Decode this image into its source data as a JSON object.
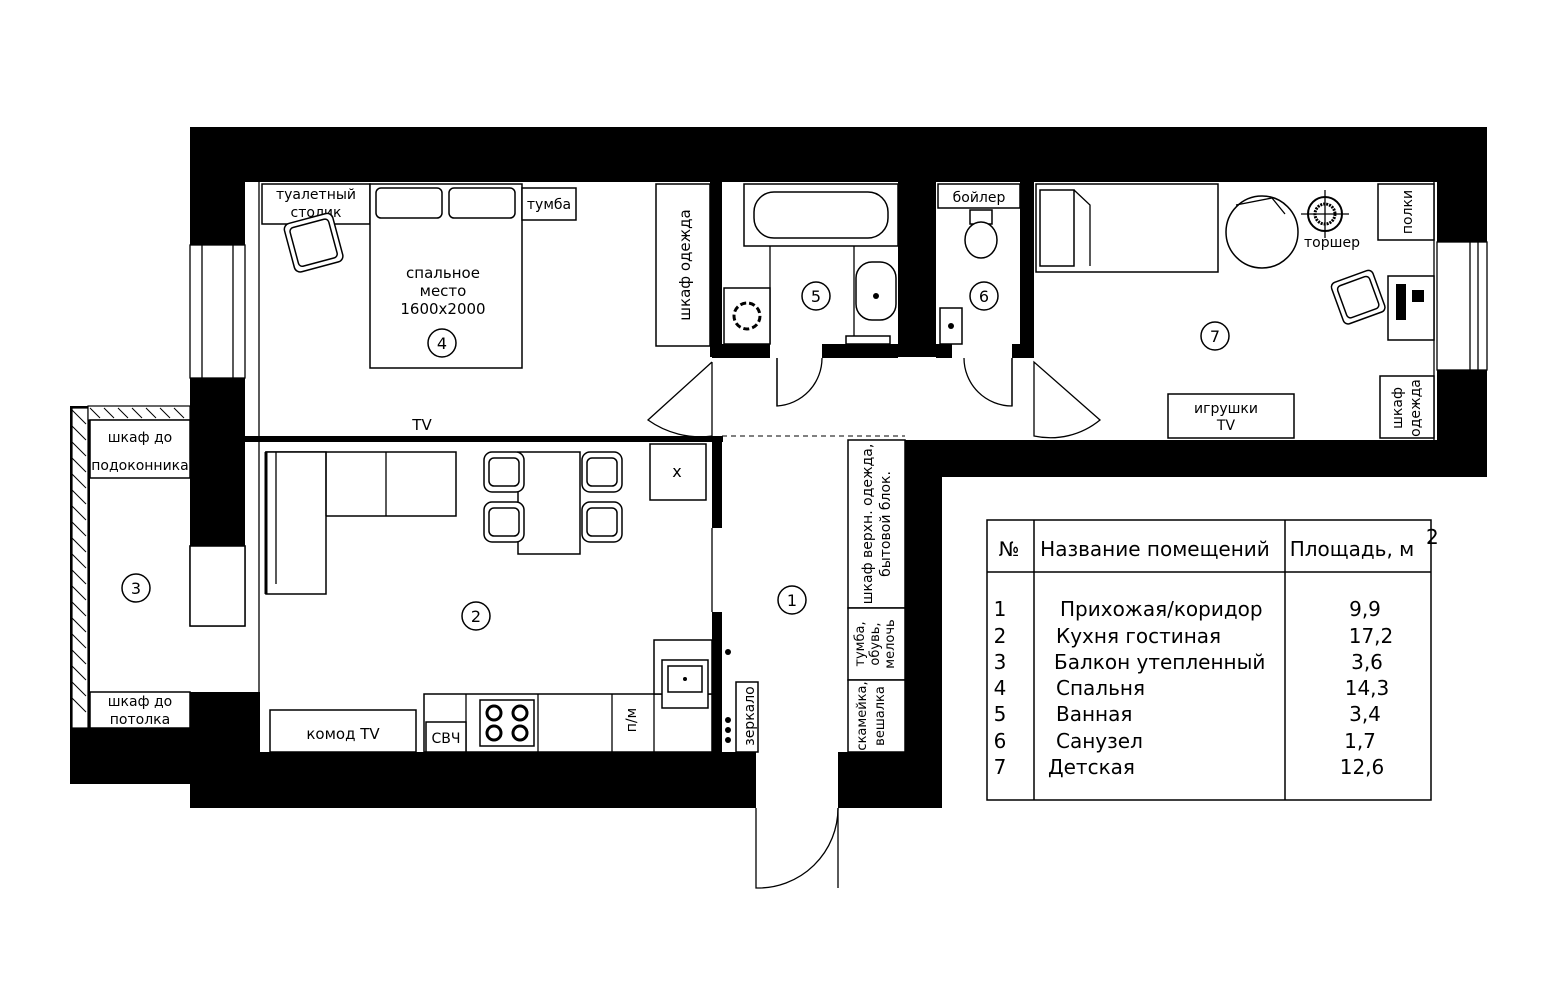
{
  "labels": {
    "vanity": [
      "туалетный",
      "столик"
    ],
    "nightstand": "тумба",
    "bed": [
      "спальное",
      "место",
      "1600х2000"
    ],
    "wardrobe_bedroom": "шкаф одежда",
    "boiler": "бойлер",
    "floor_lamp": "торшер",
    "shelves": "полки",
    "toys": [
      "игрушки",
      "TV"
    ],
    "wardrobe_kids": [
      "шкаф",
      "одежда"
    ],
    "tv": "TV",
    "balcony_cab_top": [
      "шкаф до",
      "подоконника"
    ],
    "balcony_cab_bottom": [
      "шкаф до",
      "потолка"
    ],
    "hall_wardrobe": [
      "шкаф верхн. одежда,",
      "бытовой блок."
    ],
    "hall_shoes": [
      "тумба,",
      "обувь,",
      "мелочь"
    ],
    "hall_bench": [
      "скамейка,",
      "вешалка"
    ],
    "dresser": "комод TV",
    "microwave": "СВЧ",
    "dishwasher": "п/м",
    "mirror": "зеркало",
    "x_mark": "х"
  },
  "rooms": [
    {
      "num": "1",
      "name": "Прихожая/коридор",
      "area": "9,9"
    },
    {
      "num": "2",
      "name": "Кухня гостиная",
      "area": "17,2"
    },
    {
      "num": "3",
      "name": "Балкон утепленный",
      "area": "3,6"
    },
    {
      "num": "4",
      "name": "Спальня",
      "area": "14,3"
    },
    {
      "num": "5",
      "name": "Ванная",
      "area": "3,4"
    },
    {
      "num": "6",
      "name": "Санузел",
      "area": "1,7"
    },
    {
      "num": "7",
      "name": "Детская",
      "area": "12,6"
    }
  ],
  "table": {
    "col_num": "№",
    "col_name": "Название помещений",
    "col_area": "Площадь, м",
    "col_area_sup": "2"
  }
}
